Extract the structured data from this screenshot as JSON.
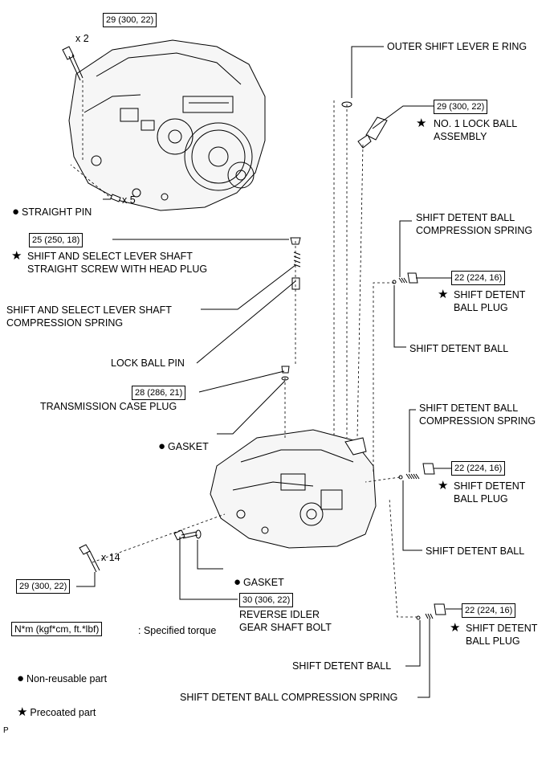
{
  "torques": {
    "case_bolts_upper": "29 (300, 22)",
    "lock_ball_assembly": "29 (300, 22)",
    "head_plug": "25 (250, 18)",
    "detent_plug_1": "22 (224, 16)",
    "case_plug": "28 (286, 21)",
    "detent_plug_2": "22 (224, 16)",
    "case_bolts_lower": "29 (300, 22)",
    "idler_bolt": "30 (306, 22)",
    "detent_plug_3": "22 (224, 16)"
  },
  "quantities": {
    "upper_bolts": "x 2",
    "straight_pins": "x 5",
    "lower_bolts": "x 14"
  },
  "labels": {
    "e_ring": "OUTER SHIFT LEVER E RING",
    "lock_ball_assembly": "NO. 1 LOCK BALL\nASSEMBLY",
    "straight_pin": "STRAIGHT PIN",
    "detent_spring_1": "SHIFT DETENT BALL\nCOMPRESSION SPRING",
    "head_plug": "SHIFT AND SELECT LEVER SHAFT\nSTRAIGHT SCREW WITH HEAD PLUG",
    "detent_plug_1": "SHIFT DETENT\nBALL PLUG",
    "select_spring": "SHIFT AND SELECT LEVER SHAFT\nCOMPRESSION SPRING",
    "detent_ball_1": "SHIFT DETENT BALL",
    "lock_ball_pin": "LOCK BALL PIN",
    "case_plug": "TRANSMISSION CASE PLUG",
    "gasket_1": "GASKET",
    "detent_spring_2": "SHIFT DETENT BALL\nCOMPRESSION SPRING",
    "detent_plug_2": "SHIFT DETENT\nBALL PLUG",
    "detent_ball_2": "SHIFT DETENT BALL",
    "gasket_2": "GASKET",
    "idler_bolt": "REVERSE IDLER\nGEAR SHAFT BOLT",
    "detent_plug_3": "SHIFT DETENT\nBALL PLUG",
    "detent_ball_3": "SHIFT DETENT BALL",
    "detent_spring_3": "SHIFT DETENT BALL COMPRESSION SPRING"
  },
  "legend": {
    "torque_box": "N*m (kgf*cm, ft.*lbf)",
    "torque_text": ": Specified torque",
    "non_reusable": "Non-reusable part",
    "precoated": "Precoated part"
  },
  "symbols": {
    "star": "★",
    "dot": "●"
  },
  "footer": "P"
}
